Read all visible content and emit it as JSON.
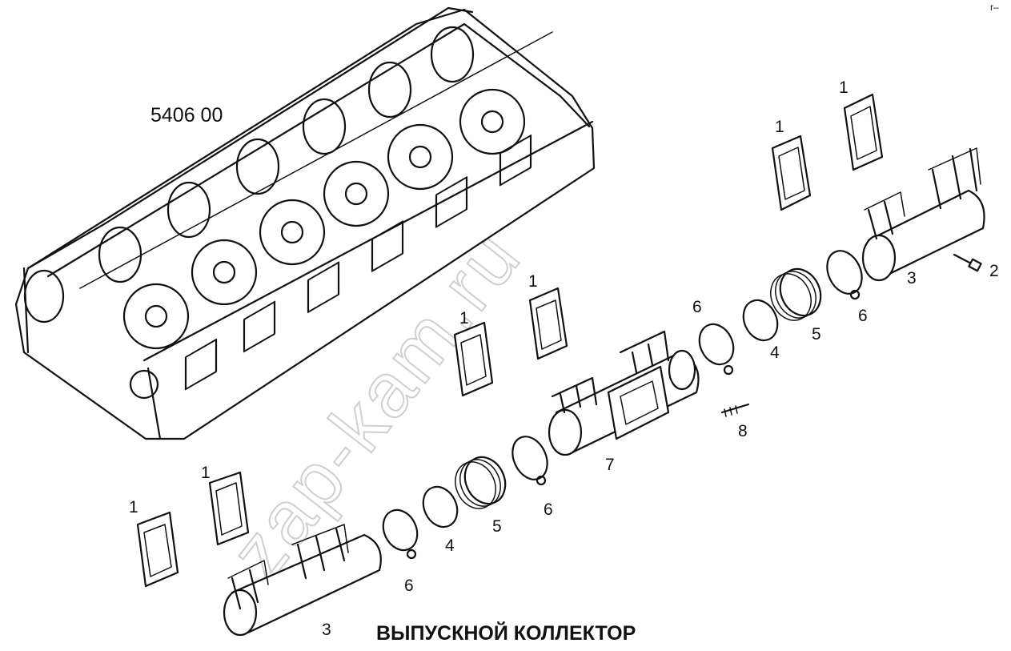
{
  "diagram": {
    "assembly_number": "5406 00",
    "caption": "ВЫПУСКНОЙ КОЛЛЕКТОР",
    "watermark": "zap-kam.ru",
    "callouts": {
      "gasket_a": "1",
      "gasket_b": "1",
      "gasket_c": "1",
      "gasket_d": "1",
      "gasket_e": "1",
      "gasket_f": "1",
      "bolt": "2",
      "rear_manifold": "3",
      "front_manifold": "3",
      "ring_upper": "4",
      "ring_lower": "4",
      "bellows_upper": "5",
      "bellows_lower": "5",
      "clamp_a": "6",
      "clamp_b": "6",
      "clamp_c": "6",
      "clamp_d": "6",
      "middle_manifold": "7",
      "stud": "8"
    },
    "corner_mark": "r–"
  }
}
